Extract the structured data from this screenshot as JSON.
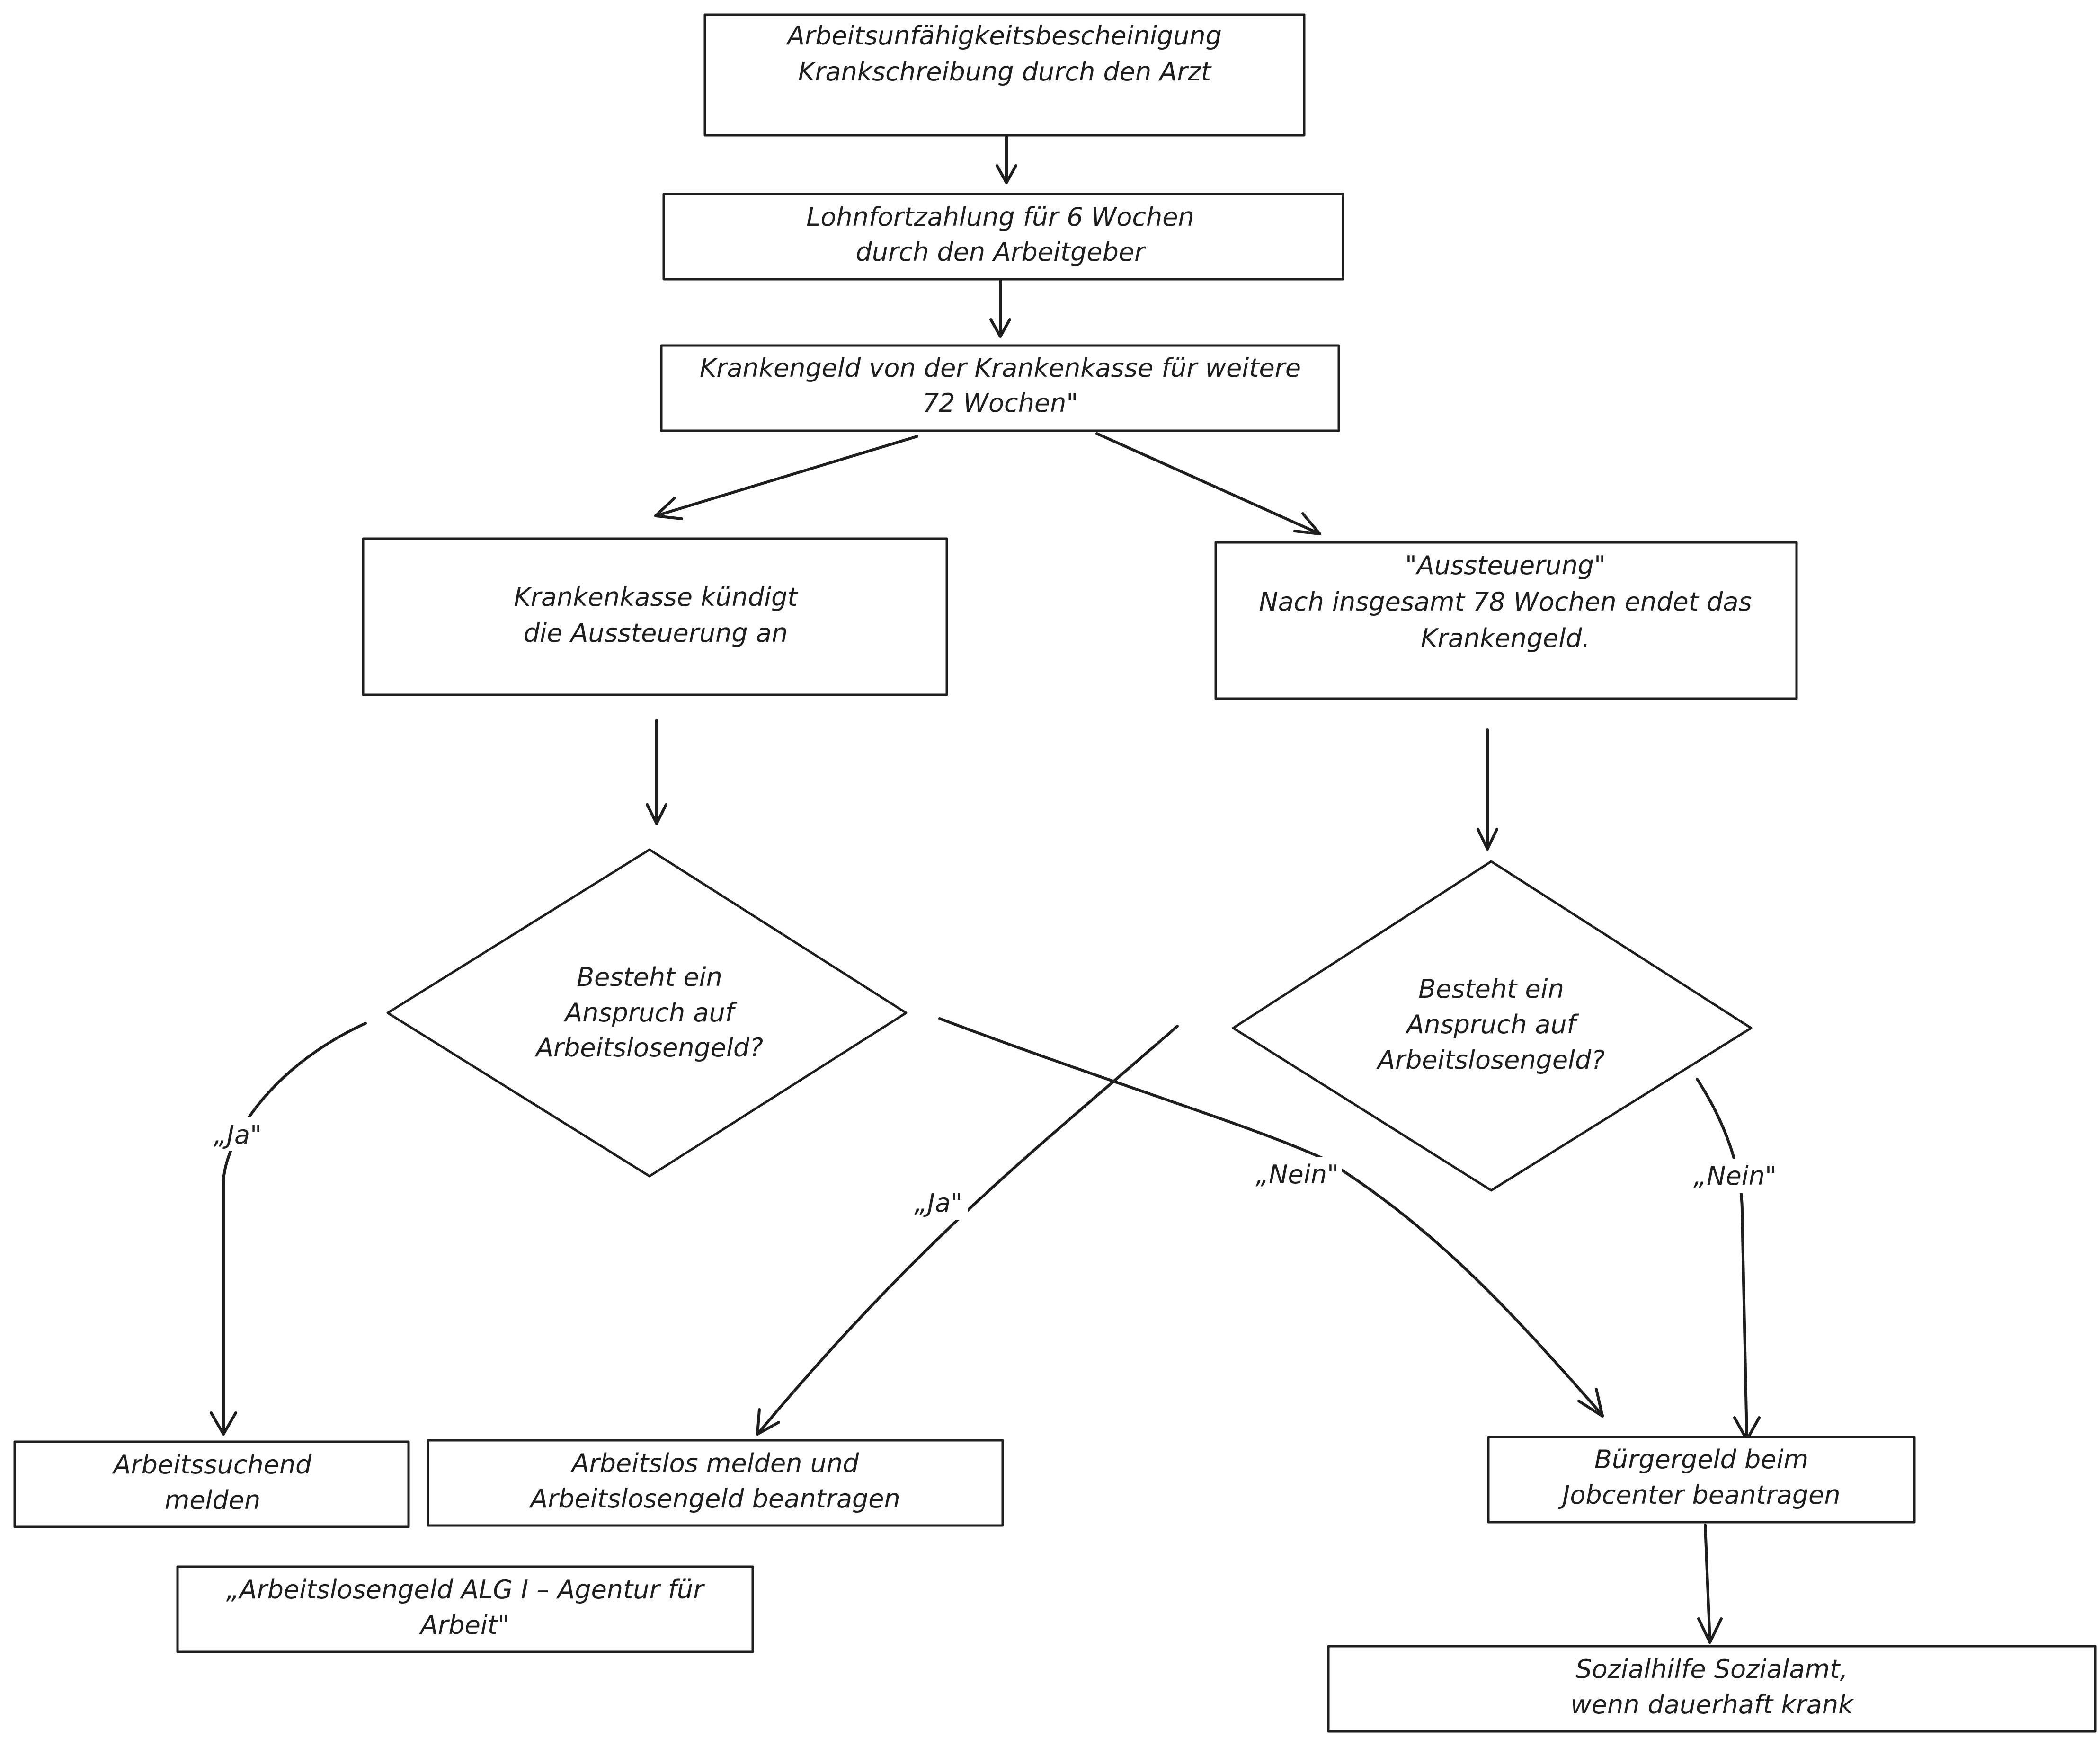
{
  "nodes": {
    "n1": {
      "shape": "box",
      "lines": [
        "Arbeitsunfähigkeitsbescheinigung",
        "Krankschreibung durch den Arzt"
      ]
    },
    "n2": {
      "shape": "box",
      "lines": [
        "Lohnfortzahlung  für 6 Wochen",
        "durch den Arbeitgeber"
      ]
    },
    "n3": {
      "shape": "box",
      "lines": [
        "Krankengeld von der Krankenkasse für weitere",
        "72 Wochen\""
      ]
    },
    "n4": {
      "shape": "box",
      "lines": [
        "Krankenkasse kündigt",
        "die Aussteuerung an"
      ]
    },
    "n5": {
      "shape": "box",
      "lines": [
        "\"Aussteuerung\"",
        "Nach insgesamt 78 Wochen endet das",
        "Krankengeld."
      ]
    },
    "d1": {
      "shape": "diamond",
      "lines": [
        "Besteht ein",
        "Anspruch auf",
        "Arbeitslosengeld?"
      ]
    },
    "d2": {
      "shape": "diamond",
      "lines": [
        "Besteht ein",
        "Anspruch auf",
        "Arbeitslosengeld?"
      ]
    },
    "r1": {
      "shape": "box",
      "lines": [
        "Arbeitssuchend",
        "melden"
      ]
    },
    "r2": {
      "shape": "box",
      "lines": [
        "Arbeitslos melden und",
        "Arbeitslosengeld beantragen"
      ]
    },
    "r3": {
      "shape": "box",
      "lines": [
        "„Arbeitslosengeld ALG I – Agentur für",
        "Arbeit\""
      ]
    },
    "r4": {
      "shape": "box",
      "lines": [
        "Bürgergeld beim",
        "Jobcenter beantragen"
      ]
    },
    "r5": {
      "shape": "box",
      "lines": [
        "Sozialhilfe Sozialamt,",
        "wenn dauerhaft krank"
      ]
    }
  },
  "edges": {
    "e1": {
      "from": "n1",
      "to": "n2",
      "label": ""
    },
    "e2": {
      "from": "n2",
      "to": "n3",
      "label": ""
    },
    "e3": {
      "from": "n3",
      "to": "n4",
      "label": ""
    },
    "e4": {
      "from": "n3",
      "to": "n5",
      "label": ""
    },
    "e5": {
      "from": "n4",
      "to": "d1",
      "label": ""
    },
    "e6": {
      "from": "n5",
      "to": "d2",
      "label": ""
    },
    "e7": {
      "from": "d1",
      "to": "r1",
      "label": "„Ja\""
    },
    "e8": {
      "from": "d1",
      "to": "r4",
      "label": "„Nein\""
    },
    "e9": {
      "from": "d2",
      "to": "r2",
      "label": "„Ja\""
    },
    "e10": {
      "from": "d2",
      "to": "r4",
      "label": "„Nein\""
    },
    "e11": {
      "from": "r4",
      "to": "r5",
      "label": ""
    }
  }
}
